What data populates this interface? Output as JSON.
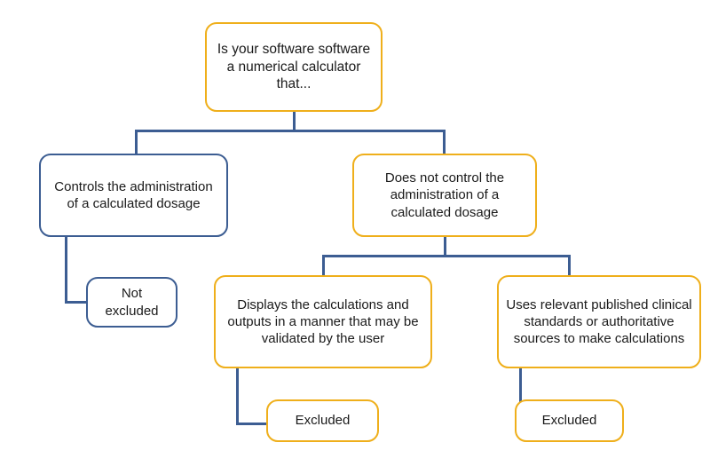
{
  "diagram": {
    "type": "decision-flowchart",
    "background_color": "#FFFFFF",
    "palette": {
      "gold_border": "#EFAF1B",
      "blue_border": "#3C5D92",
      "connector": "#3C5D92",
      "text": "#1A1A1A",
      "node_fill": "#FFFFFF"
    },
    "nodes": {
      "root": {
        "text": "Is your software software a numerical calculator that...",
        "border_color": "#EFAF1B"
      },
      "controls": {
        "text": "Controls the administration of a calculated dosage",
        "border_color": "#3C5D92"
      },
      "no_control": {
        "text": "Does not control the administration of a calculated dosage",
        "border_color": "#EFAF1B"
      },
      "not_excluded": {
        "text": "Not excluded",
        "border_color": "#3C5D92"
      },
      "displays": {
        "text": "Displays the calculations and outputs in a manner that may be validated by the user",
        "border_color": "#EFAF1B"
      },
      "sources": {
        "text": "Uses relevant published clinical standards or authoritative sources to make calculations",
        "border_color": "#EFAF1B"
      },
      "excluded_left": {
        "text": "Excluded",
        "border_color": "#EFAF1B"
      },
      "excluded_right": {
        "text": "Excluded",
        "border_color": "#EFAF1B"
      }
    },
    "edges": [
      {
        "from": "root",
        "to": "controls"
      },
      {
        "from": "root",
        "to": "no_control"
      },
      {
        "from": "controls",
        "to": "not_excluded"
      },
      {
        "from": "no_control",
        "to": "displays"
      },
      {
        "from": "no_control",
        "to": "sources"
      },
      {
        "from": "displays",
        "to": "excluded_left"
      },
      {
        "from": "sources",
        "to": "excluded_right"
      }
    ]
  }
}
